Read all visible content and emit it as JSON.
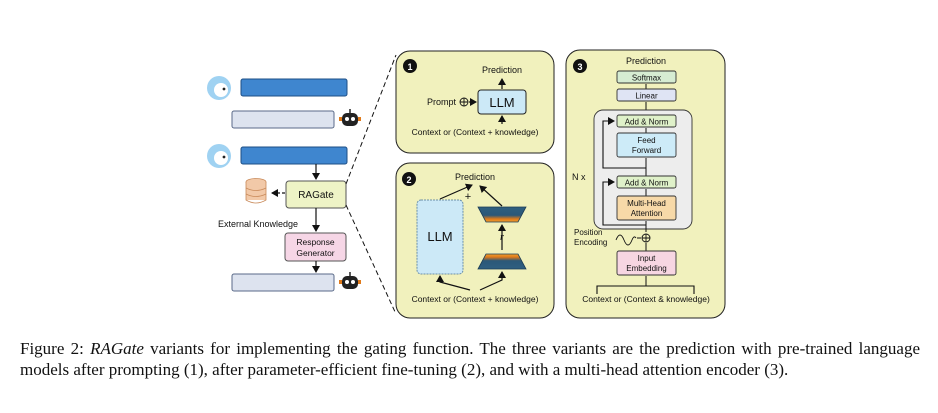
{
  "left": {
    "ragate_label": "RAGate",
    "external_knowledge_label": "External Knowledge",
    "response_generator_label_1": "Response",
    "response_generator_label_2": "Generator"
  },
  "panel1": {
    "number": "1",
    "prediction": "Prediction",
    "prompt": "Prompt",
    "llm": "LLM",
    "context": "Context or (Context + knowledge)"
  },
  "panel2": {
    "number": "2",
    "prediction": "Prediction",
    "plus": "+",
    "llm": "LLM",
    "r": "r",
    "context": "Context or (Context + knowledge)"
  },
  "panel3": {
    "number": "3",
    "prediction": "Prediction",
    "softmax": "Softmax",
    "linear": "Linear",
    "add_norm_top": "Add & Norm",
    "feed_1": "Feed",
    "feed_2": "Forward",
    "nx": "N x",
    "add_norm_bottom": "Add & Norm",
    "mha_1": "Multi-Head",
    "mha_2": "Attention",
    "pos_1": "Position",
    "pos_2": "Encoding",
    "emb_1": "Input",
    "emb_2": "Embedding",
    "context": "Context or (Context & knowledge)"
  },
  "caption": {
    "figure_label": "Figure 2:",
    "name": "RAGate",
    "text": " variants for implementing the gating function. The three variants are the prediction with pre-trained language models after prompting (1), after parameter-efficient fine-tuning (2), and with a multi-head attention encoder (3)."
  },
  "colors": {
    "panel_bg": "#f1f1bd",
    "user_bar": "#3f86cf",
    "bot_bar": "#dde3ef",
    "ragate_box": "#eef3c6",
    "generator_box": "#f6d6e6",
    "llm_box": "#cce9f7",
    "softmax": "#d6ecd2",
    "linear": "#dfe4f4",
    "add_norm": "#dff1c9",
    "feed_forward": "#cdebf8",
    "mha": "#f7d9a8",
    "embedding": "#f7d6e2"
  }
}
